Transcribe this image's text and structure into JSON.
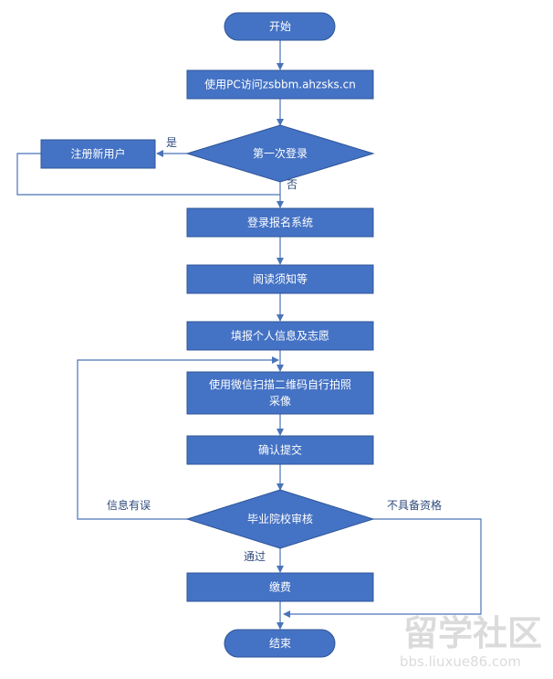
{
  "colors": {
    "node_fill": "#4472c4",
    "node_stroke": "#2f5597",
    "edge": "#4a74b8",
    "text": "#ffffff",
    "edge_label": "#2f4b7c"
  },
  "nodes": {
    "start": "开始",
    "visit": "使用PC访问zsbbm.ahzsks.cn",
    "first_login": "第一次登录",
    "register": "注册新用户",
    "login": "登录报名系统",
    "read": "阅读须知等",
    "fill": "填报个人信息及志愿",
    "photo_line1": "使用微信扫描二维码自行拍照",
    "photo_line2": "采像",
    "confirm": "确认提交",
    "review": "毕业院校审核",
    "pay": "缴费",
    "end": "结束"
  },
  "edge_labels": {
    "yes": "是",
    "no": "否",
    "info_error": "信息有误",
    "not_qualified": "不具备资格",
    "passed": "通过"
  },
  "watermark": {
    "name": "留学社区",
    "url": "bbs.liuxue86.com"
  }
}
